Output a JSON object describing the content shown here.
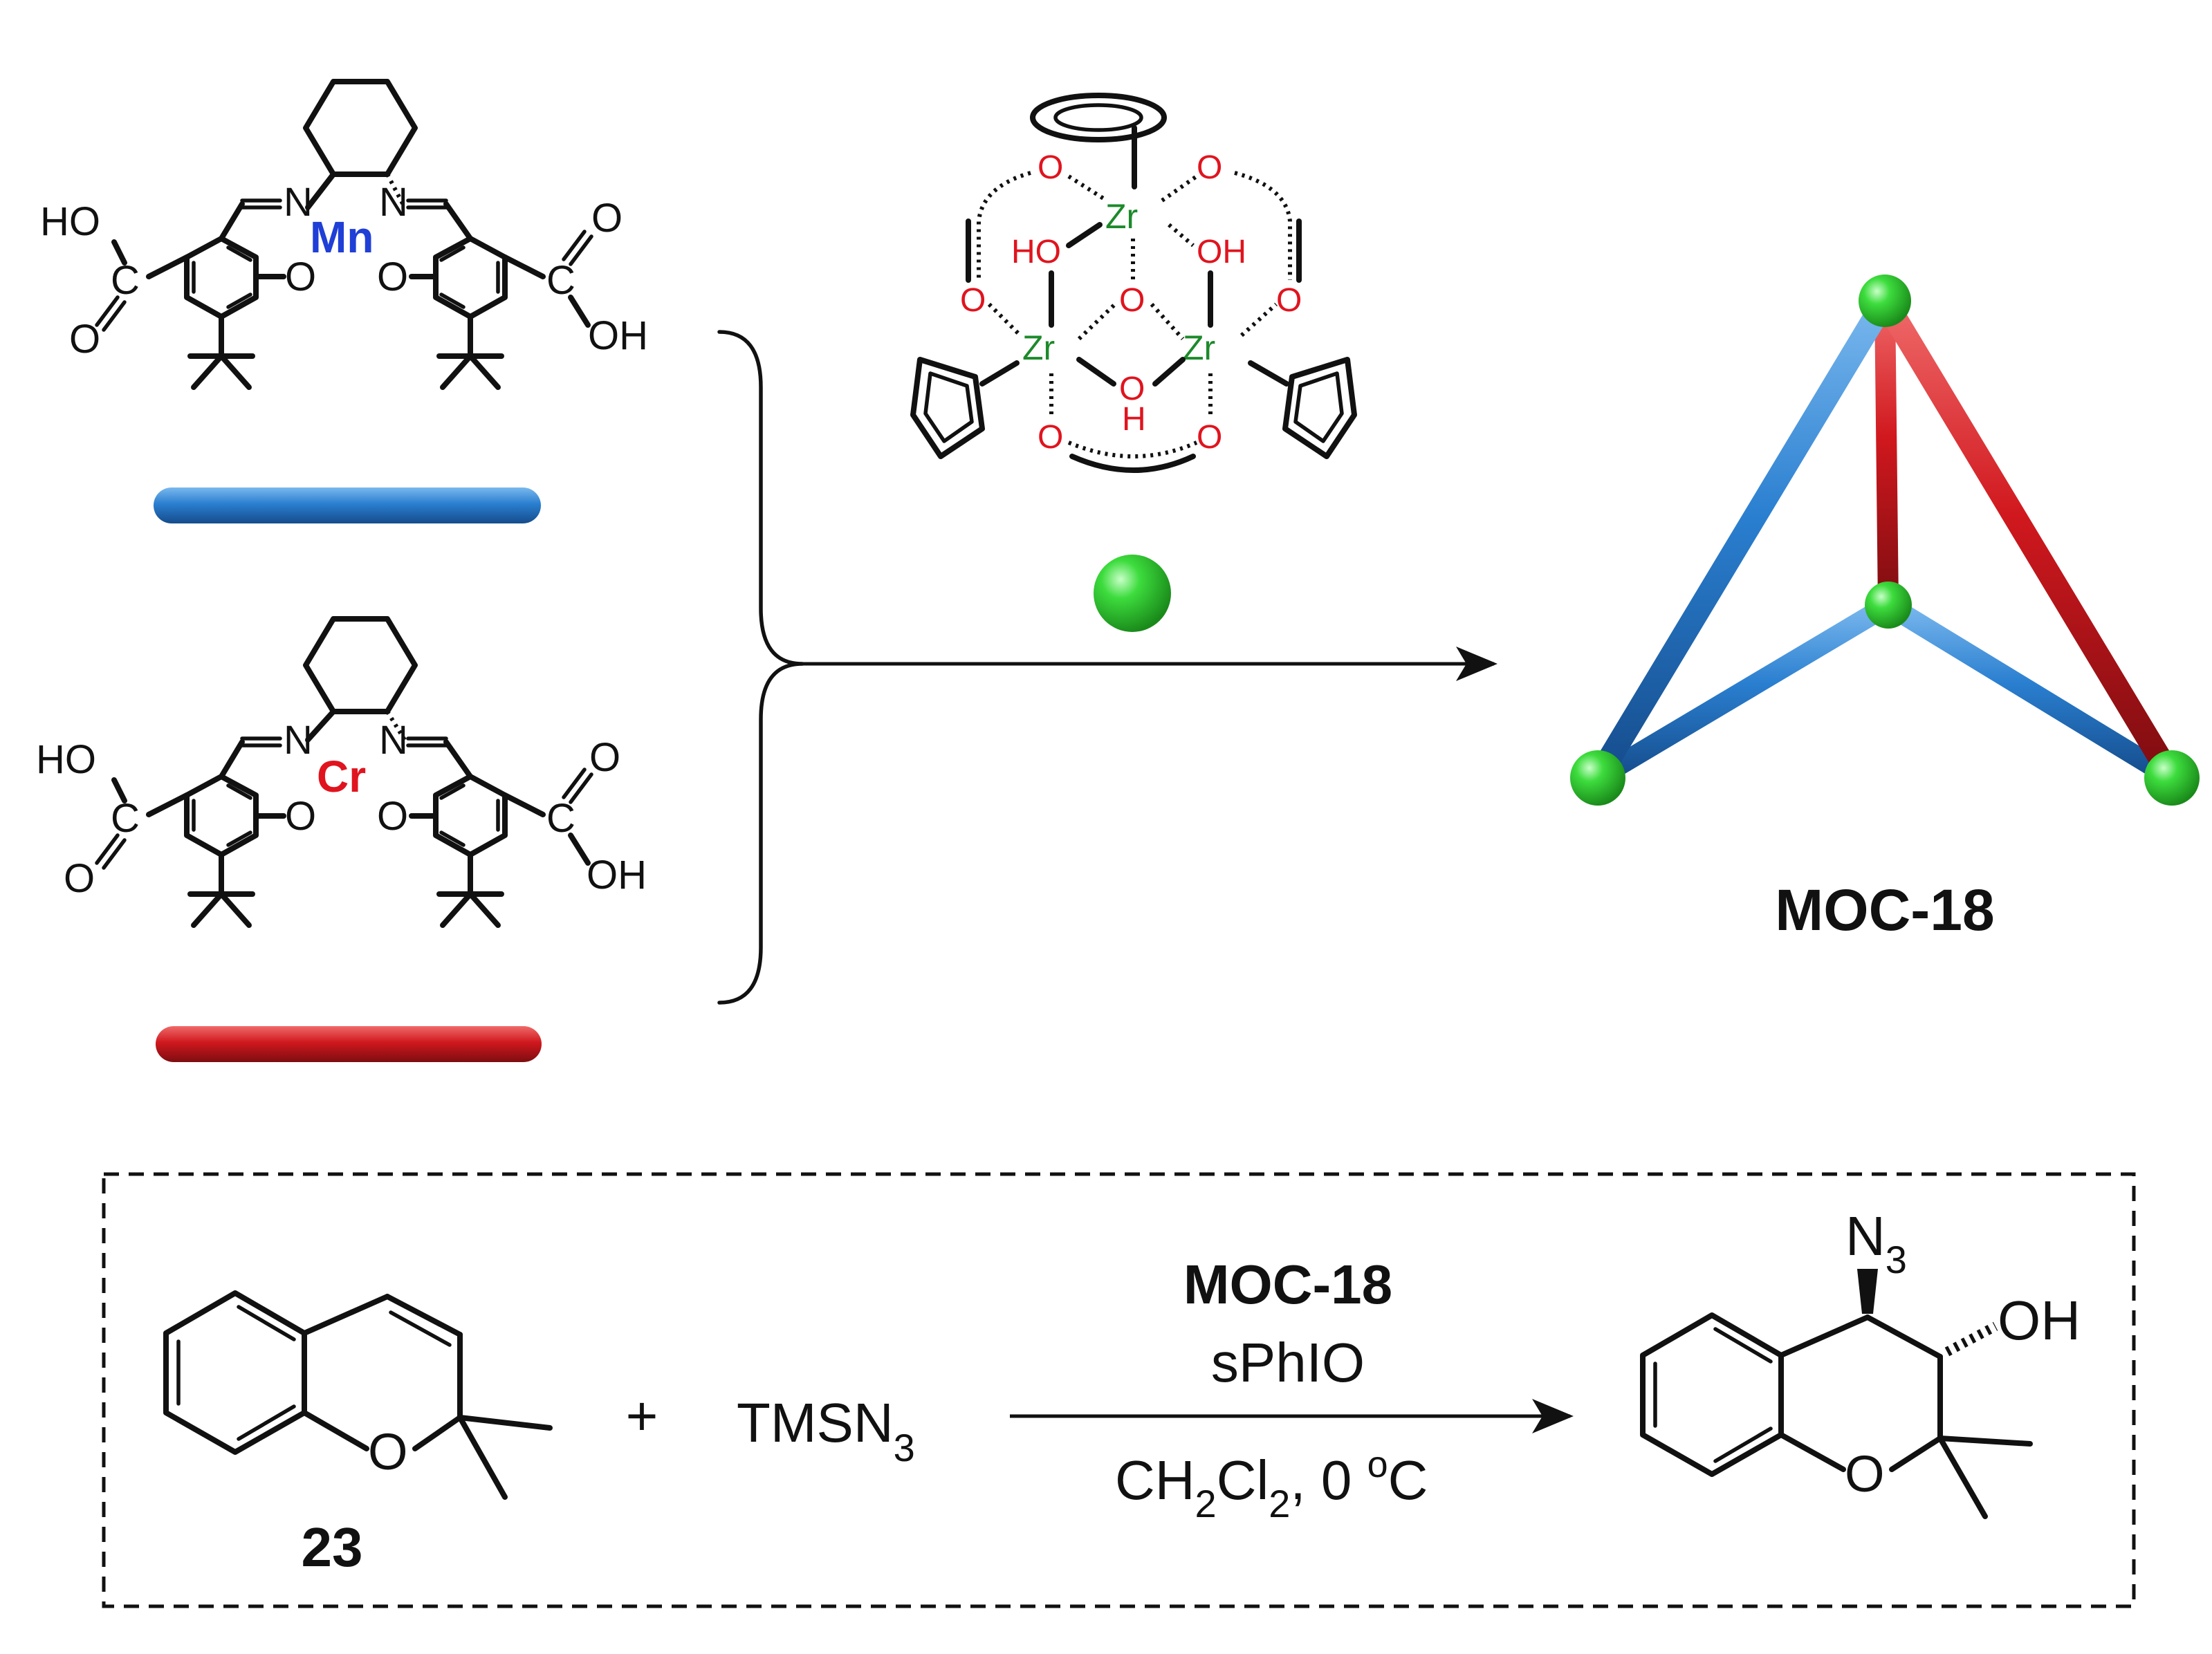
{
  "ligand_top": {
    "metal": "Mn",
    "metal_color": "#1f3fd6",
    "labels": {
      "ho": "HO",
      "oh": "OH",
      "o": "O",
      "n": "N"
    }
  },
  "ligand_bottom": {
    "metal": "Cr",
    "metal_color": "#e0141e",
    "labels": {
      "ho": "HO",
      "oh": "OH",
      "o": "O",
      "n": "N"
    }
  },
  "rod_colors": {
    "blue": "#2a7fd0",
    "red": "#d0181e"
  },
  "cluster": {
    "zr": "Zr",
    "ho": "HO",
    "oh": "OH",
    "o": "O",
    "h": "H",
    "o_color": "#e0141e",
    "zr_color": "#1c8a2a",
    "node_color": "#33cc33"
  },
  "product_cage": {
    "label": "MOC-18"
  },
  "reaction": {
    "reactant_label": "23",
    "plus": "+",
    "reagent": "TMSN",
    "reagent_sub": "3",
    "catalyst": "MOC-18",
    "oxidant": "sPhIO",
    "solvent_ch": "CH",
    "solvent_sub1": "2",
    "solvent_cl": "Cl",
    "solvent_sub2": "2",
    "conditions_rest": ", 0 ",
    "degree": "o",
    "celsius": "C",
    "product_n": "N",
    "product_n_sub": "3",
    "product_oh": "OH",
    "ring_o": "O"
  }
}
